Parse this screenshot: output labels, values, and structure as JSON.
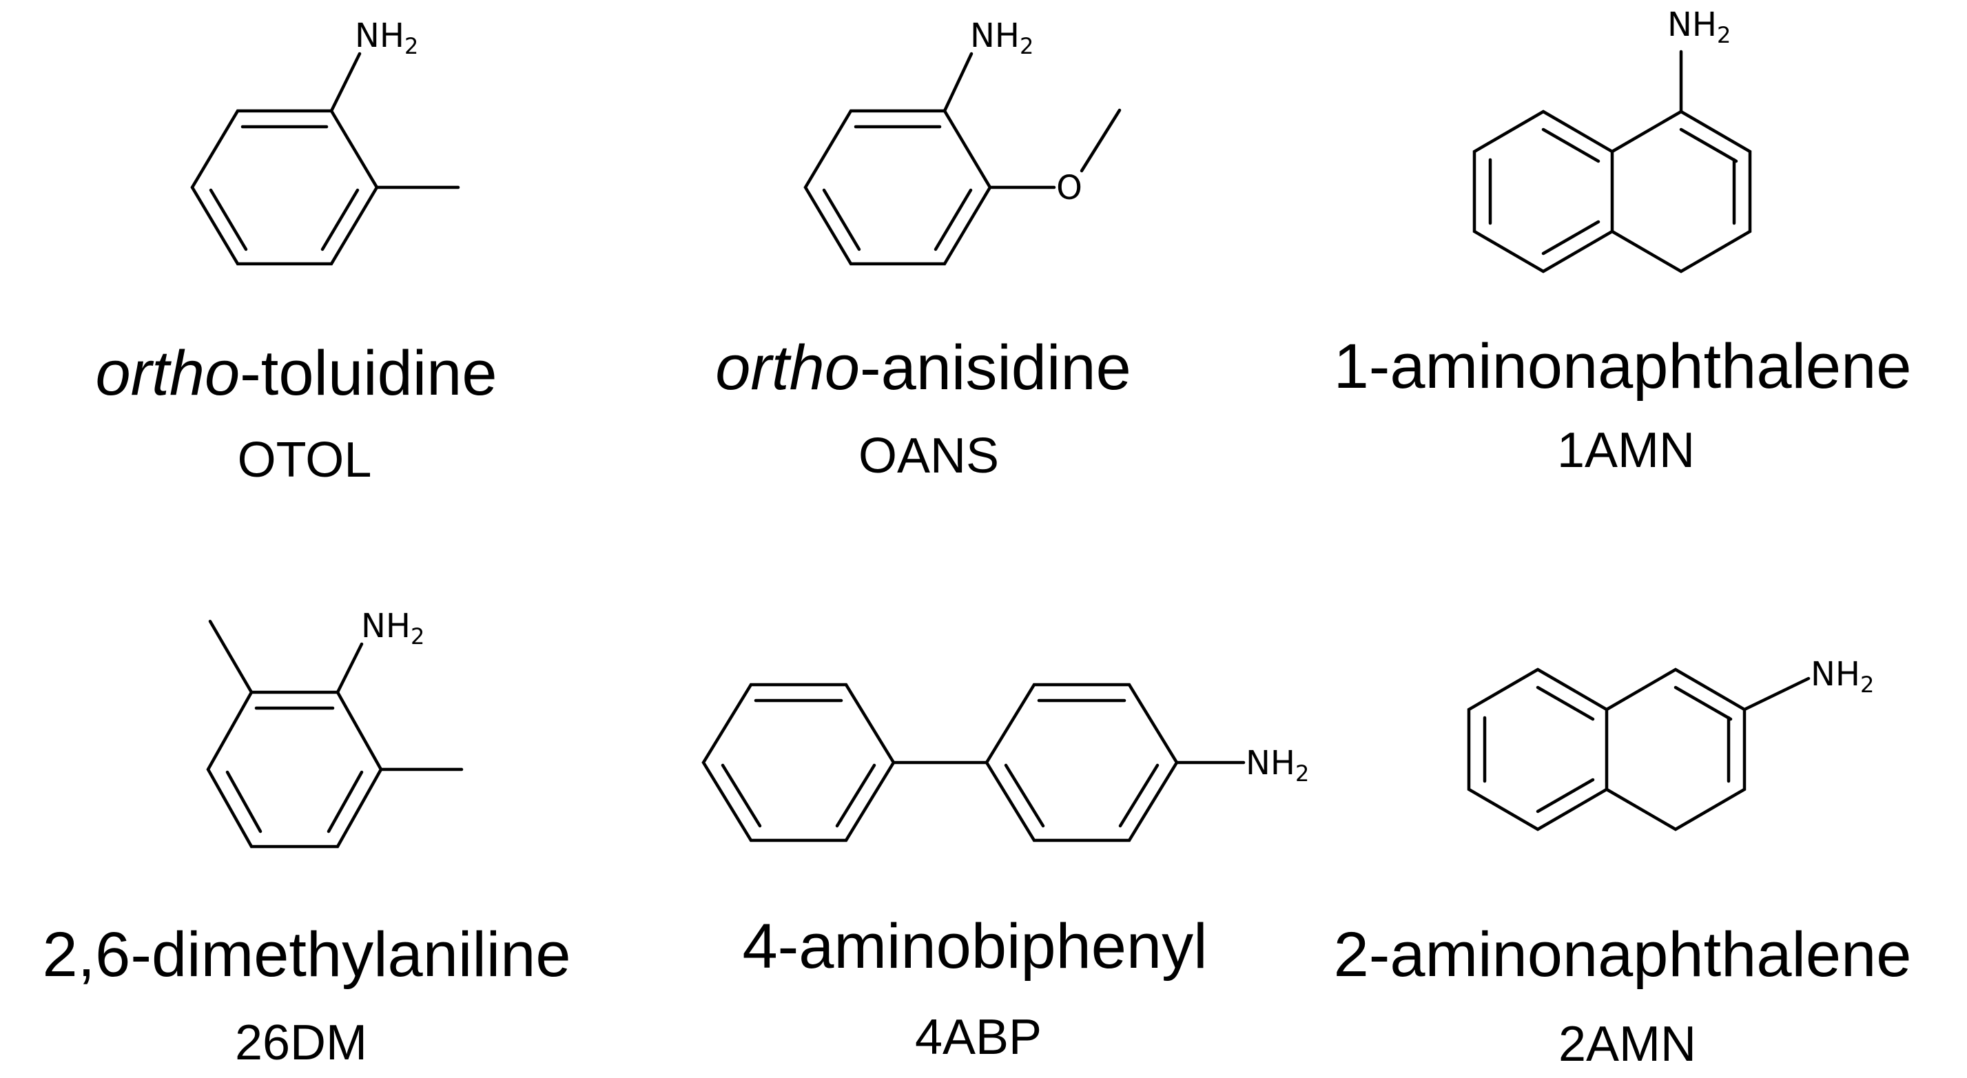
{
  "compounds": [
    {
      "name_prefix": "ortho",
      "name_suffix": "-toluidine",
      "abbr": "OTOL",
      "substituents": [
        "NH2"
      ]
    },
    {
      "name_prefix": "ortho",
      "name_suffix": "-anisidine",
      "abbr": "OANS",
      "substituents": [
        "NH2",
        "O"
      ]
    },
    {
      "name_prefix": "",
      "name_suffix": "1-aminonaphthalene",
      "abbr": "1AMN",
      "substituents": [
        "NH2"
      ]
    },
    {
      "name_prefix": "",
      "name_suffix": "2,6-dimethylaniline",
      "abbr": "26DM",
      "substituents": [
        "NH2"
      ]
    },
    {
      "name_prefix": "",
      "name_suffix": "4-aminobiphenyl",
      "abbr": "4ABP",
      "substituents": [
        "NH2"
      ]
    },
    {
      "name_prefix": "",
      "name_suffix": "2-aminonaphthalene",
      "abbr": "2AMN",
      "substituents": [
        "NH2"
      ]
    }
  ],
  "atoms": {
    "amine_main": "NH",
    "amine_sub": "2",
    "oxygen": "O"
  }
}
